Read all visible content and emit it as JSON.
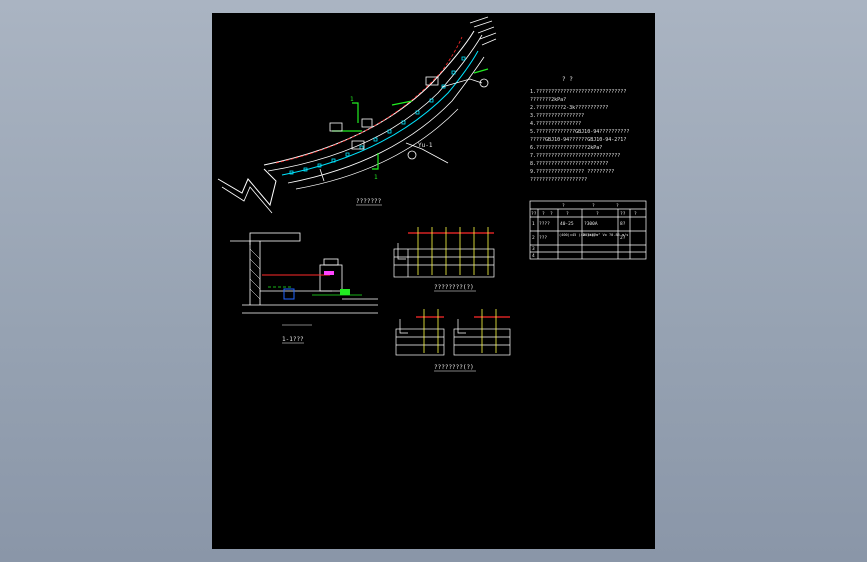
{
  "colors": {
    "background": "#000000",
    "line": "#ffffff",
    "cyan": "#00e5ff",
    "green": "#22ee22",
    "red": "#ff2a2a",
    "yellow": "#ffff44",
    "blue": "#2266ff",
    "magenta": "#ff44ff"
  },
  "plan": {
    "title": "???????",
    "label_s1": "1",
    "label_s2": "1",
    "label_pipe": "Yu-1"
  },
  "notes": {
    "header": "?  ?",
    "lines": [
      "1.??????????????????????????????",
      "  ???????2kPa?",
      "2.?????????2-3k???????????",
      "3.????????????????",
      "4.???????????????",
      "5.?????????????GBJ10-94??????????",
      "  ?????GBJ10-94??????GBJ10-94-2?1?",
      "6.?????????????????2kPa?",
      "7.????????????????????????????",
      "8.????????????????????????",
      "9.????????????????  ?????????",
      "  ???????????????????"
    ]
  },
  "table": {
    "header_top": [
      "?",
      "?",
      "?"
    ],
    "header": [
      "??",
      "?",
      "?",
      "?",
      "?",
      "??",
      "?"
    ],
    "rows": [
      [
        "1",
        "????",
        "40-25",
        "?300A",
        "8?"
      ],
      [
        "2",
        "???",
        "(400)×45 (400)×75",
        "2.5kg/m² Vo ?0.85 m/s",
        "2?"
      ],
      [
        "3",
        "",
        "",
        "",
        ""
      ],
      [
        "4",
        "",
        "",
        "",
        ""
      ]
    ]
  },
  "section": {
    "title": "1-1???"
  },
  "elevation1": {
    "title": "????????(?)"
  },
  "elevation2": {
    "title": "????????(?)"
  }
}
